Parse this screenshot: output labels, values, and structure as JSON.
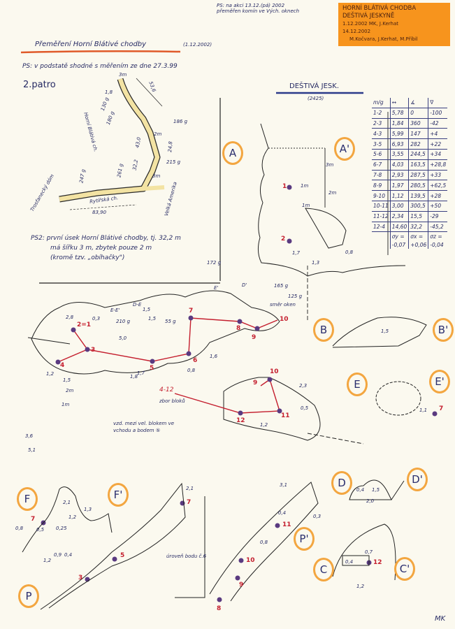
{
  "top_note": {
    "line1": "PS: na akci 13.12.(pá) 2002",
    "line2": "přeměřen komín ve Vých. oknech"
  },
  "label_box": {
    "color": "#f7941d",
    "title1": "HORNÍ BLÁTIVÁ CHODBA",
    "title2": "DEŠTIVÁ JESKYNĚ",
    "line3": "1.12.2002 MK, J.Kerhat",
    "line4": "14.12.2002",
    "line5": "M.Kočvara, J.Kerhat, M.Příbil"
  },
  "survey": {
    "title": "Přeměření Horní Blátivé chodby",
    "date": "(1.12.2002)",
    "note": "PS: v podstatě shodné s měřením ze dne 27.3.99",
    "level": "2.patro",
    "corridor": "Horní Blátivá ch.",
    "side_corridor": "Rytířská ch.",
    "left_end": "Trosťanecký dóm",
    "right_end": "Velká Amerika",
    "m": [
      "3m",
      "1,8",
      "130 g",
      "180 g",
      "53,6",
      "186 g",
      "2m",
      "43,0",
      "24,8",
      "32,2",
      "215 g",
      "3m",
      "261 g",
      "247 g",
      "83,90"
    ],
    "ps2": [
      "PS2: první úsek Horní Blátivé chodby, tj. 32,2 m",
      "má šířku 3 m, zbytek pouze 2 m",
      "(kromě tzv. „obíhačky\")"
    ]
  },
  "cave": {
    "title": "DEŠTIVÁ JESK.",
    "number": "(2425)"
  },
  "table": {
    "headers": [
      "m/g",
      "↔",
      "∡",
      "∇"
    ],
    "rows": [
      [
        "1-2",
        "5,78",
        "0",
        "-100"
      ],
      [
        "2-3",
        "1,84",
        "360",
        "-42"
      ],
      [
        "4-3",
        "5,99",
        "147",
        "+4"
      ],
      [
        "3-5",
        "6,93",
        "282",
        "+22"
      ],
      [
        "5-6",
        "3,55",
        "244,5",
        "+34"
      ],
      [
        "6-7",
        "4,03",
        "163,5",
        "+28,8"
      ],
      [
        "7-8",
        "2,93",
        "287,5",
        "+33"
      ],
      [
        "8-9",
        "1,97",
        "280,5",
        "+62,5"
      ],
      [
        "9-10",
        "1,12",
        "139,5",
        "+28"
      ],
      [
        "10-11",
        "3,00",
        "300,5",
        "+50"
      ],
      [
        "11-12",
        "2,34",
        "15,5",
        "-29"
      ],
      [
        "12-4",
        "14,60",
        "32,2",
        "-45,2"
      ]
    ],
    "sums": [
      "σy =",
      "σx =",
      "σz =",
      "-0,07",
      "+0,06",
      "-0,04"
    ]
  },
  "sections": [
    "A",
    "A'",
    "B",
    "B'",
    "C",
    "C'",
    "D",
    "D'",
    "E",
    "E'",
    "F",
    "F'",
    "P",
    "P'"
  ],
  "stations": {
    "s21": "2=1",
    "s3": "3",
    "s4": "4",
    "s5": "5",
    "s6": "6",
    "s7": "7",
    "s8": "8",
    "s9": "9",
    "s10": "10",
    "s11": "11",
    "s12": "12",
    "s1": "1",
    "s2": "2"
  },
  "plan": {
    "m": [
      "172 g",
      "165 g",
      "125 g",
      "směr oken",
      "E-E'",
      "D-E",
      "D'",
      "2,8",
      "0,3",
      "210 g",
      "1,5",
      "5,0",
      "55 g",
      "1,5",
      "1,6",
      "1,7",
      "0,8",
      "1,2",
      "1,8",
      "1,5",
      "2m",
      "1m",
      "3,6",
      "5,1",
      "E'",
      "4-12",
      "2,3",
      "0,5",
      "1,2"
    ],
    "notes": [
      "zbor bloků",
      "vzd. mezi vel. blokem ve",
      "vchodu a bodem ⑤"
    ]
  },
  "sec_m": {
    "A": [
      "3m",
      "1m",
      "2m",
      "1m",
      "1,7",
      "1,3",
      "0,8"
    ],
    "B": [
      "1,5"
    ],
    "E": [
      "1,1"
    ],
    "F": [
      "2,1",
      "1,2",
      "1,3",
      "0,8",
      "0,5",
      "0,25"
    ],
    "P": [
      "2,1",
      "1,2",
      "0,9",
      "0,4",
      "úroveň bodu č.6",
      "3,1",
      "0,4",
      "0,3",
      "0,8"
    ],
    "D": [
      "0,4",
      "1,5",
      "2,0"
    ],
    "C": [
      "0,7",
      "0,4",
      "1,2"
    ]
  },
  "signature": "MK"
}
